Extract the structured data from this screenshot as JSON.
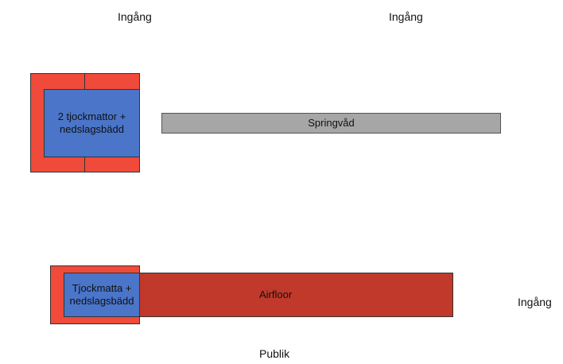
{
  "entrances": {
    "top_left": "Ingång",
    "top_right": "Ingång",
    "right": "Ingång"
  },
  "station_top": {
    "mats_label": "2 tjockmattor + nedslagsbädd"
  },
  "springvad": {
    "label": "Springvåd"
  },
  "station_bottom": {
    "mat_label": "Tjockmatta + nedslagsbädd",
    "airfloor_label": "Airfloor"
  },
  "audience": {
    "label": "Publik"
  },
  "colors": {
    "red_mat": "#f04a3a",
    "blue_mat": "#4a75c9",
    "airfloor": "#c0392b",
    "springvad": "#a6a6a6",
    "outline": "#333333"
  }
}
